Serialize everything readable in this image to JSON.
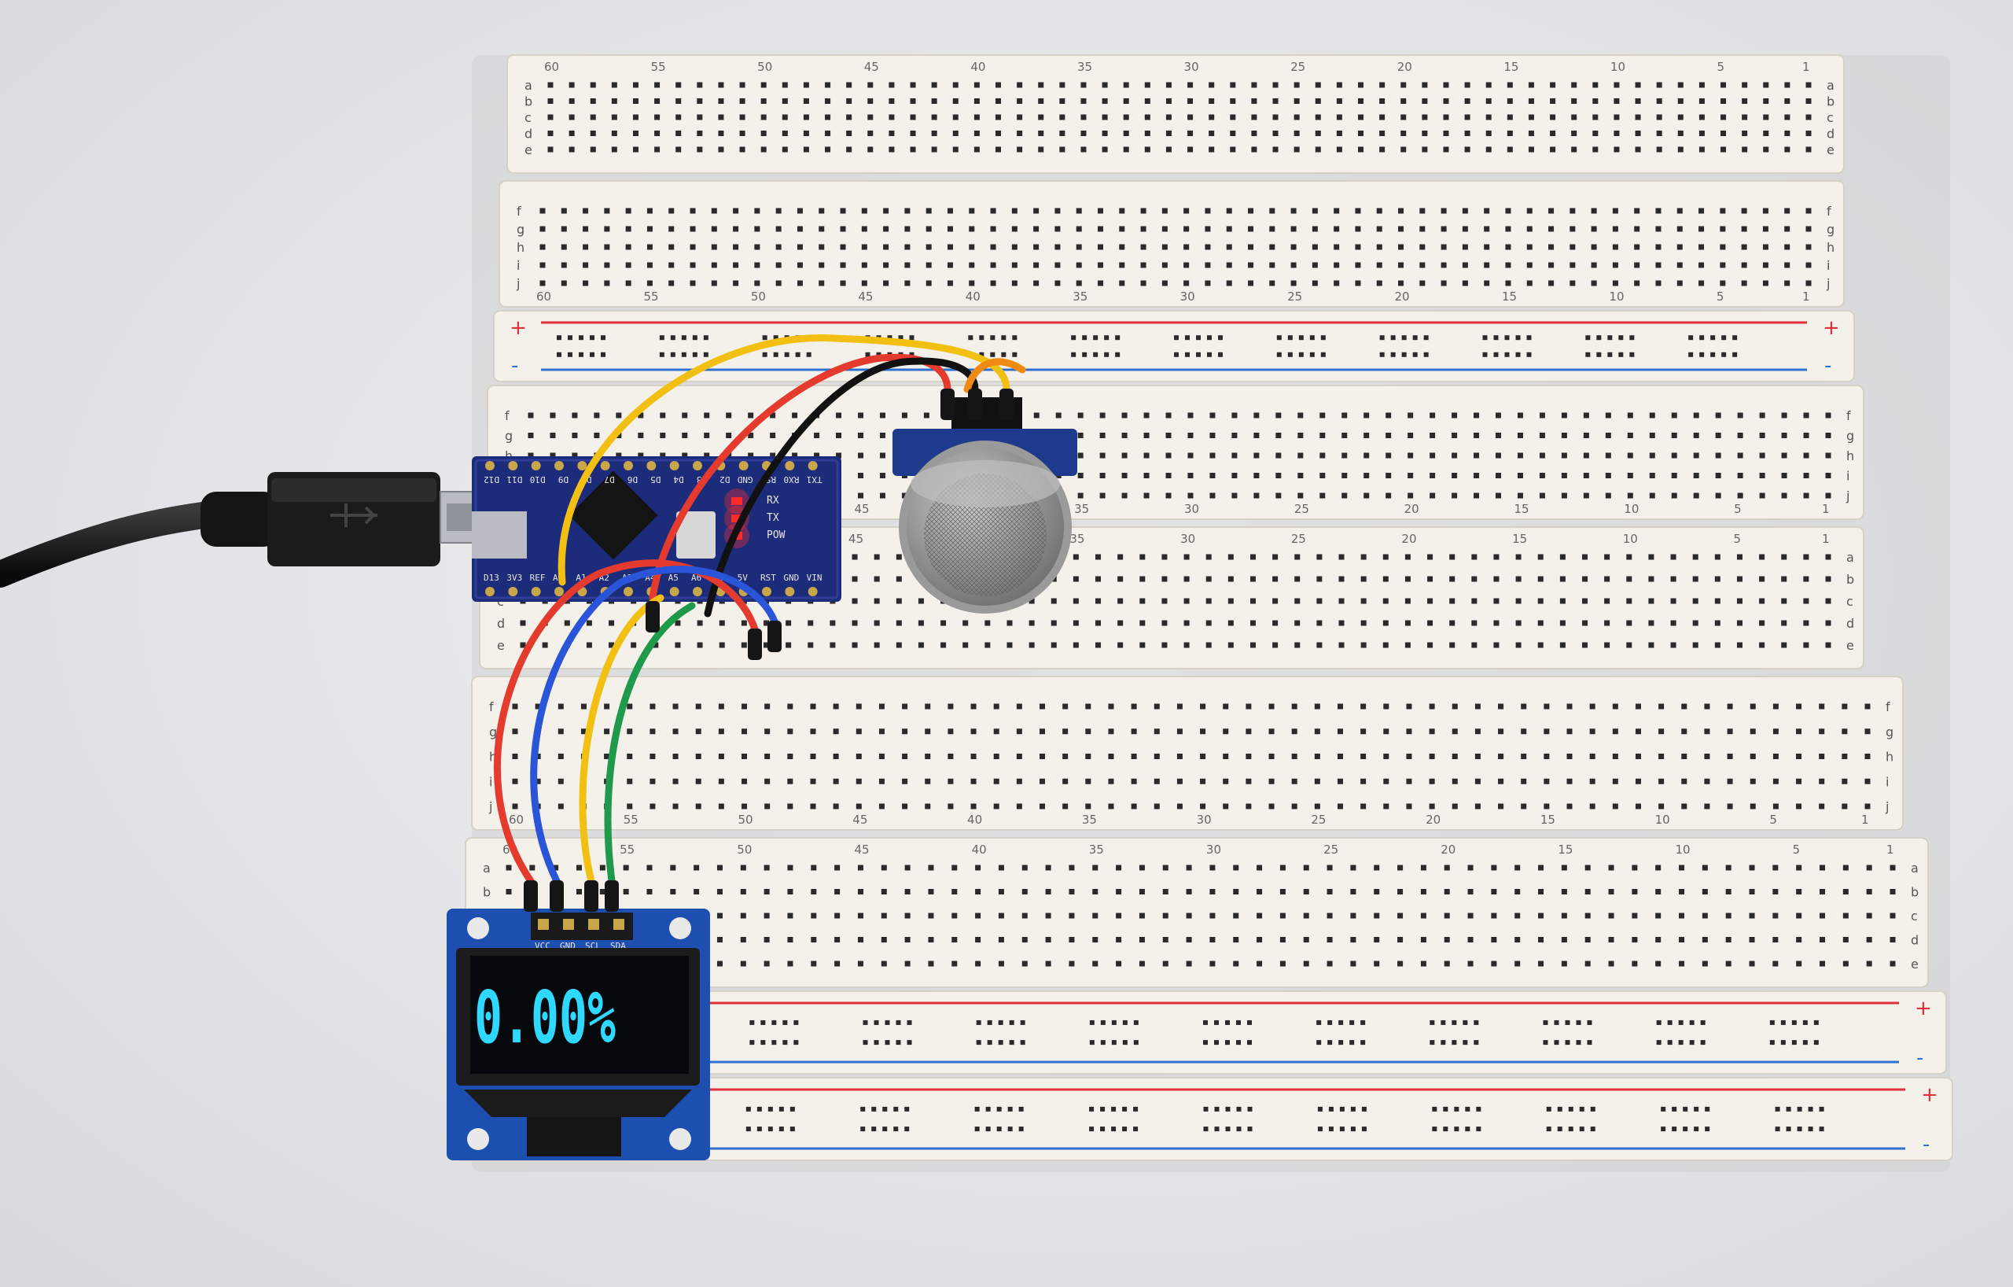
{
  "breadboard": {
    "row_letters_top": [
      "a",
      "b",
      "c",
      "d",
      "e"
    ],
    "row_letters_bottom": [
      "f",
      "g",
      "h",
      "i",
      "j"
    ],
    "column_numbers": [
      "60",
      "55",
      "50",
      "45",
      "40",
      "35",
      "30",
      "25",
      "20",
      "15",
      "10",
      "5",
      "1"
    ],
    "rail_plus": "+",
    "rail_minus": "-",
    "colors": {
      "body": "#f4f1ea",
      "hole": "#2a2a2a",
      "red_line": "#e0303a",
      "blue_line": "#2e6fd0"
    }
  },
  "nano": {
    "top_pins": [
      "D12",
      "D11",
      "D10",
      "D9",
      "D8",
      "D7",
      "D6",
      "D5",
      "D4",
      "D3",
      "D2",
      "GND",
      "RST",
      "RX0",
      "TX1"
    ],
    "bottom_pins": [
      "D13",
      "3V3",
      "REF",
      "A0",
      "A1",
      "A2",
      "A3",
      "A4",
      "A5",
      "A6",
      "A7",
      "5V",
      "RST",
      "GND",
      "VIN"
    ],
    "leds": [
      "RX",
      "TX",
      "POW"
    ],
    "colors": {
      "pcb": "#1d2c7a",
      "led": "#ff2a2a"
    }
  },
  "oled": {
    "pins": [
      "VCC",
      "GND",
      "SCL",
      "SDA"
    ],
    "reading": "0.00%",
    "colors": {
      "pcb": "#1d4fb0",
      "text": "#2fd8ff",
      "screen": "#06080c"
    }
  },
  "wires": {
    "colors": [
      "#f2c012",
      "#e53a2e",
      "#111111",
      "#ef8a12",
      "#2a55d8",
      "#1f9a4a"
    ]
  },
  "usb": {
    "colors": {
      "cable": "#121212"
    }
  }
}
